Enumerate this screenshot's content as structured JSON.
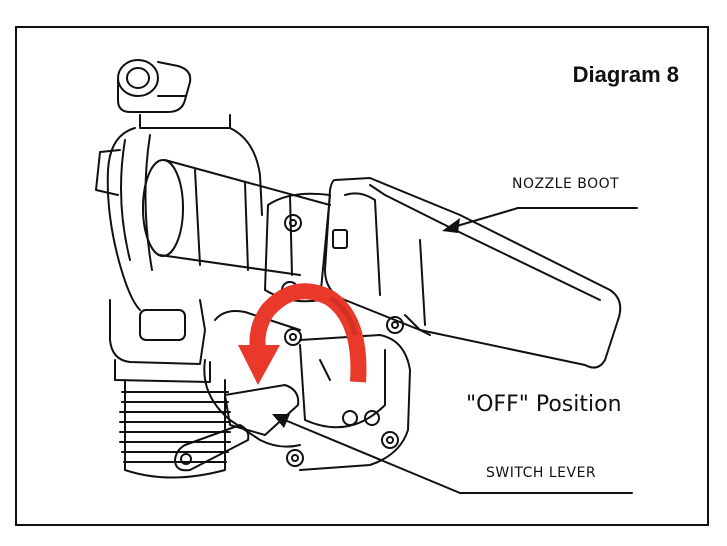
{
  "diagram": {
    "title": "Diagram 8",
    "labels": {
      "nozzle_boot": "NOZZLE BOOT",
      "off_position": "\"OFF\" Position",
      "switch_lever": "SWITCH LEVER"
    },
    "colors": {
      "arrow": "#e8392b",
      "line": "#111111"
    }
  }
}
